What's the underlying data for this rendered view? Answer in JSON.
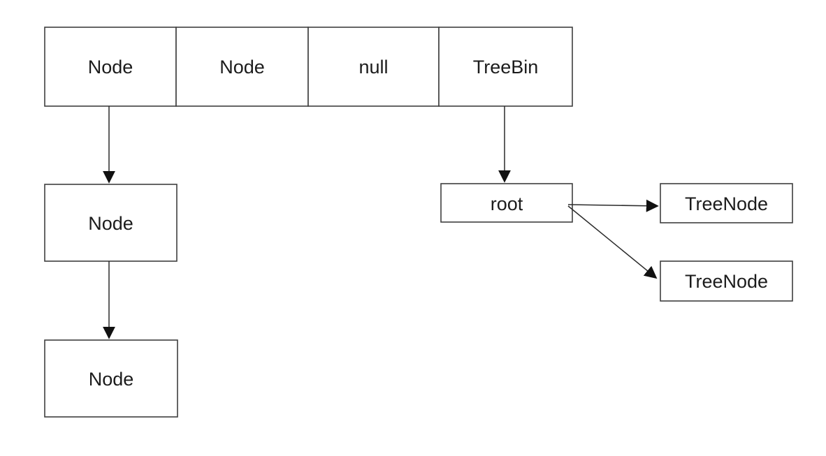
{
  "diagram": {
    "description": "HashMap bucket array with linked-list bin and TreeBin (red-black tree) bin",
    "array": {
      "cells": [
        "Node",
        "Node",
        "null",
        "TreeBin"
      ]
    },
    "linked_list": {
      "node_2": "Node",
      "node_3": "Node"
    },
    "tree": {
      "root": "root",
      "tree_node_1": "TreeNode",
      "tree_node_2": "TreeNode"
    },
    "colors": {
      "background": "#ffffff",
      "box_border": "#3f3f3f",
      "text": "#1c1c1c",
      "arrow": "#2b2b2b",
      "arrowhead": "#111111"
    }
  }
}
